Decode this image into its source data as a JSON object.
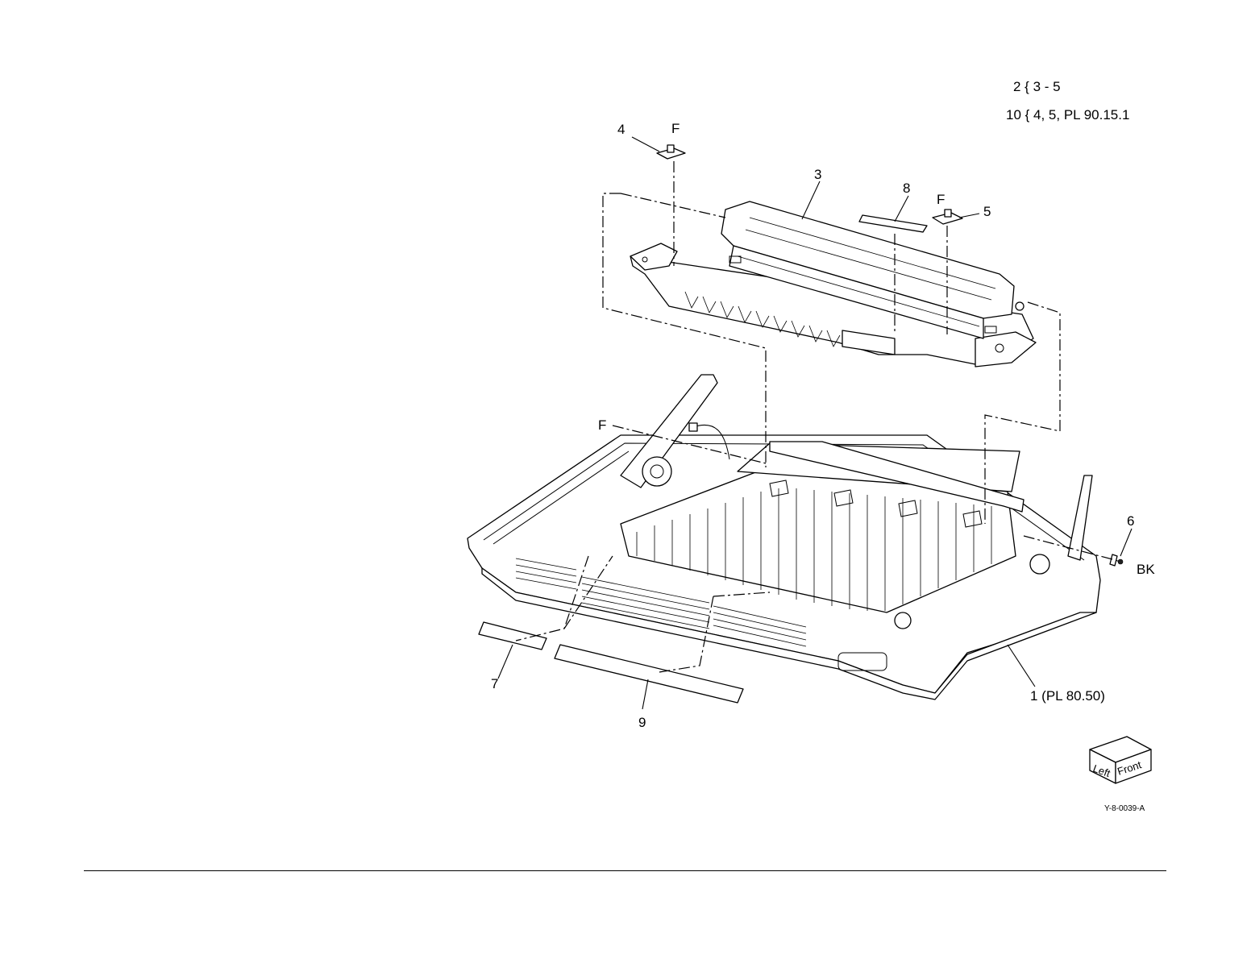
{
  "legend": {
    "line1": "2 { 3 - 5",
    "line2": "10 { 4, 5, PL 90.15.1"
  },
  "callouts": {
    "c1": "1 (PL 80.50)",
    "c3": "3",
    "c4": "4",
    "c5": "5",
    "c6": "6",
    "c7": "7",
    "c8": "8",
    "c9": "9",
    "f_left": "F",
    "f_right": "F",
    "f_frame": "F",
    "bk": "BK"
  },
  "orientation_cube": {
    "left_label": "Left",
    "front_label": "Front"
  },
  "figure_id": "Y-8-0039-A"
}
